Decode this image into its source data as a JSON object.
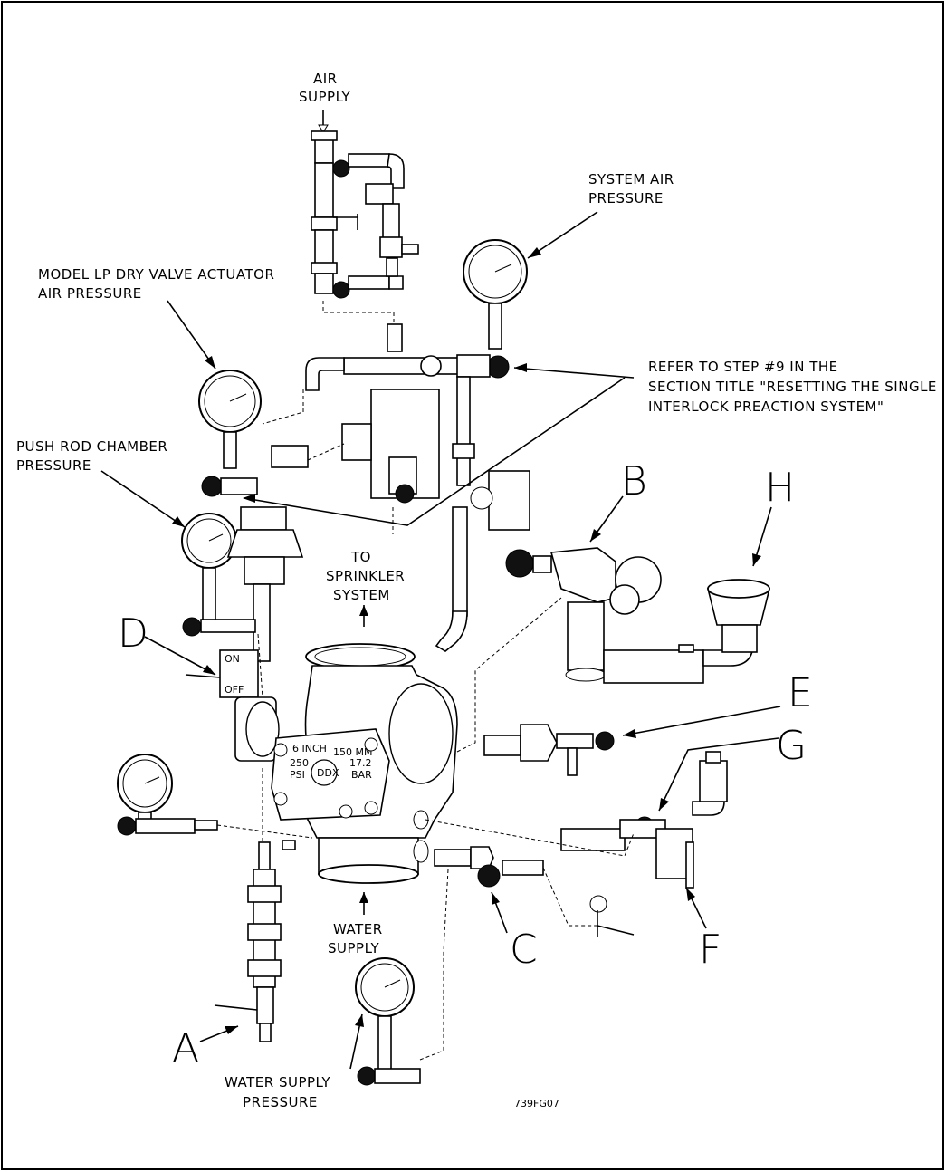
{
  "labels": {
    "air_supply": [
      "AIR",
      "SUPPLY"
    ],
    "system_air_pressure": [
      "SYSTEM AIR",
      "PRESSURE"
    ],
    "actuator_air_pressure": [
      "MODEL LP DRY VALVE ACTUATOR",
      "AIR PRESSURE"
    ],
    "refer_note": [
      "REFER TO STEP #9 IN THE",
      "SECTION TITLE \"RESETTING THE SINGLE",
      "INTERLOCK PREACTION SYSTEM\""
    ],
    "push_rod_pressure": [
      "PUSH ROD CHAMBER",
      "PRESSURE"
    ],
    "to_sprinkler": [
      "TO",
      "SPRINKLER",
      "SYSTEM"
    ],
    "water_supply": [
      "WATER",
      "SUPPLY"
    ],
    "water_supply_pressure": [
      "WATER SUPPLY",
      "PRESSURE"
    ],
    "figure_id": "739FG07"
  },
  "callouts": {
    "A": "A",
    "B": "B",
    "C": "C",
    "D": "D",
    "E": "E",
    "F": "F",
    "G": "G",
    "H": "H"
  },
  "valve_plate": {
    "size_in": "6 INCH",
    "size_mm": "150 MM",
    "psi": "250",
    "psi_unit": "PSI",
    "bar": "17.2",
    "bar_unit": "BAR",
    "model": "DDX"
  },
  "switch_labels": {
    "on": "ON",
    "off": "OFF"
  }
}
